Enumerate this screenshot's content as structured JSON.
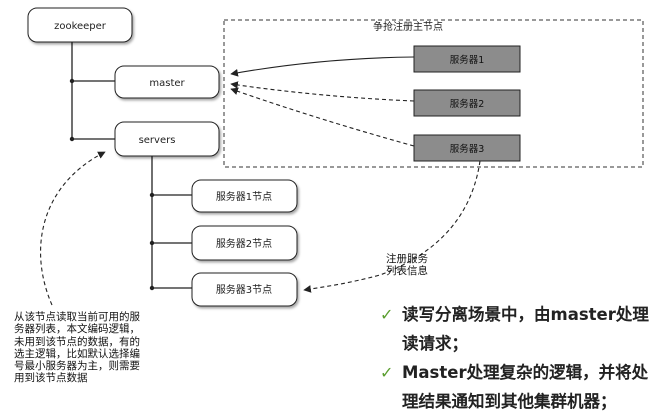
{
  "nodes": {
    "root": "zookeeper",
    "master": "master",
    "servers": "servers",
    "server_nodes": [
      "服务器1节点",
      "服务器2节点",
      "服务器3节点"
    ]
  },
  "election": {
    "title": "争抢注册主节点",
    "servers": [
      "服务器1",
      "服务器2",
      "服务器3"
    ]
  },
  "side_label": [
    "注册服务",
    "列表信息"
  ],
  "note_lines": [
    "从该节点读取当前可用的服",
    "务器列表，本文编码逻辑，",
    "未用到该节点的数据，有的",
    "选主逻辑，比如默认选择编",
    "号最小服务器为主，则需要",
    "用到该节点数据"
  ],
  "bullets": [
    {
      "check": "✓",
      "lines": [
        "读写分离场景中，由master处理",
        "读请求；"
      ]
    },
    {
      "check": "✓",
      "lines": [
        "Master处理复杂的逻辑，并将处",
        "理结果通知到其他集群机器；"
      ]
    }
  ],
  "colors": {
    "gray_box": "#8c8c8c",
    "check": "#5a9e2f",
    "line": "#222222"
  },
  "icons": [
    "check-icon"
  ]
}
